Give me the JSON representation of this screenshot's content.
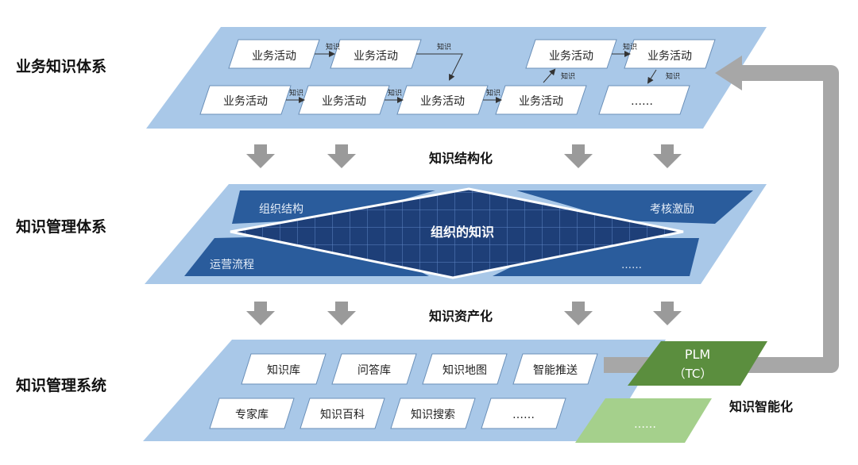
{
  "layers": {
    "business": "业务知识体系",
    "management": "知识管理体系",
    "system": "知识管理系统"
  },
  "transitions": {
    "structuring": "知识结构化",
    "assetization": "知识资产化",
    "intelligence": "知识智能化"
  },
  "business_layer": {
    "activity": "业务活动",
    "link": "知识",
    "more": "……"
  },
  "management_layer": {
    "org_structure": "组织结构",
    "assessment": "考核激励",
    "operations": "运营流程",
    "center": "组织的知识",
    "more": "……"
  },
  "system_layer": {
    "row1": [
      "知识库",
      "问答库",
      "知识地图",
      "智能推送"
    ],
    "row2": [
      "专家库",
      "知识百科",
      "知识搜索",
      "……"
    ],
    "plm": "PLM",
    "tc": "（TC）",
    "more": "……"
  },
  "colors": {
    "plane": "#a9c8e8",
    "plane_dark": "#2a5c9c",
    "diamond": "#1e3f78",
    "arrow": "#9a9a9a",
    "green_dark": "#5b8e3e",
    "green_light": "#a5d08c"
  }
}
